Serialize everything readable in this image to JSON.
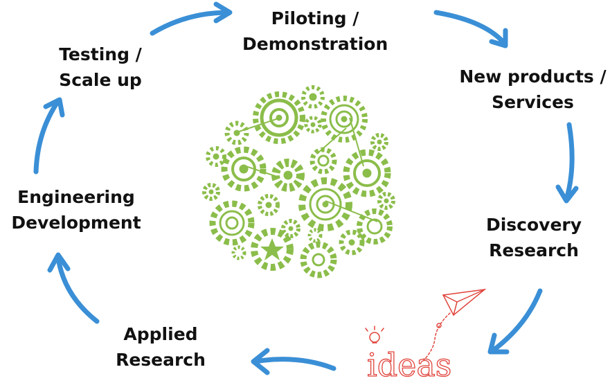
{
  "nodes": {
    "piloting": {
      "line1": "Piloting /",
      "line2": "Demonstration"
    },
    "new_products": {
      "line1": "New products /",
      "line2": "Services"
    },
    "discovery": {
      "line1": "Discovery",
      "line2": "Research"
    },
    "applied": {
      "line1": "Applied",
      "line2": "Research"
    },
    "engineering": {
      "line1": "Engineering",
      "line2": "Development"
    },
    "testing": {
      "line1": "Testing /",
      "line2": "Scale up"
    }
  },
  "ideas_sketch": {
    "text": "ideas"
  },
  "colors": {
    "arrow": "#3a8fd6",
    "gear": "#8bbd4a",
    "sketch": "#e0433a",
    "text": "#111111"
  },
  "icons": [
    "cycle-arrow-icon",
    "gears-cluster-icon",
    "paper-plane-icon",
    "lightbulb-icon"
  ]
}
